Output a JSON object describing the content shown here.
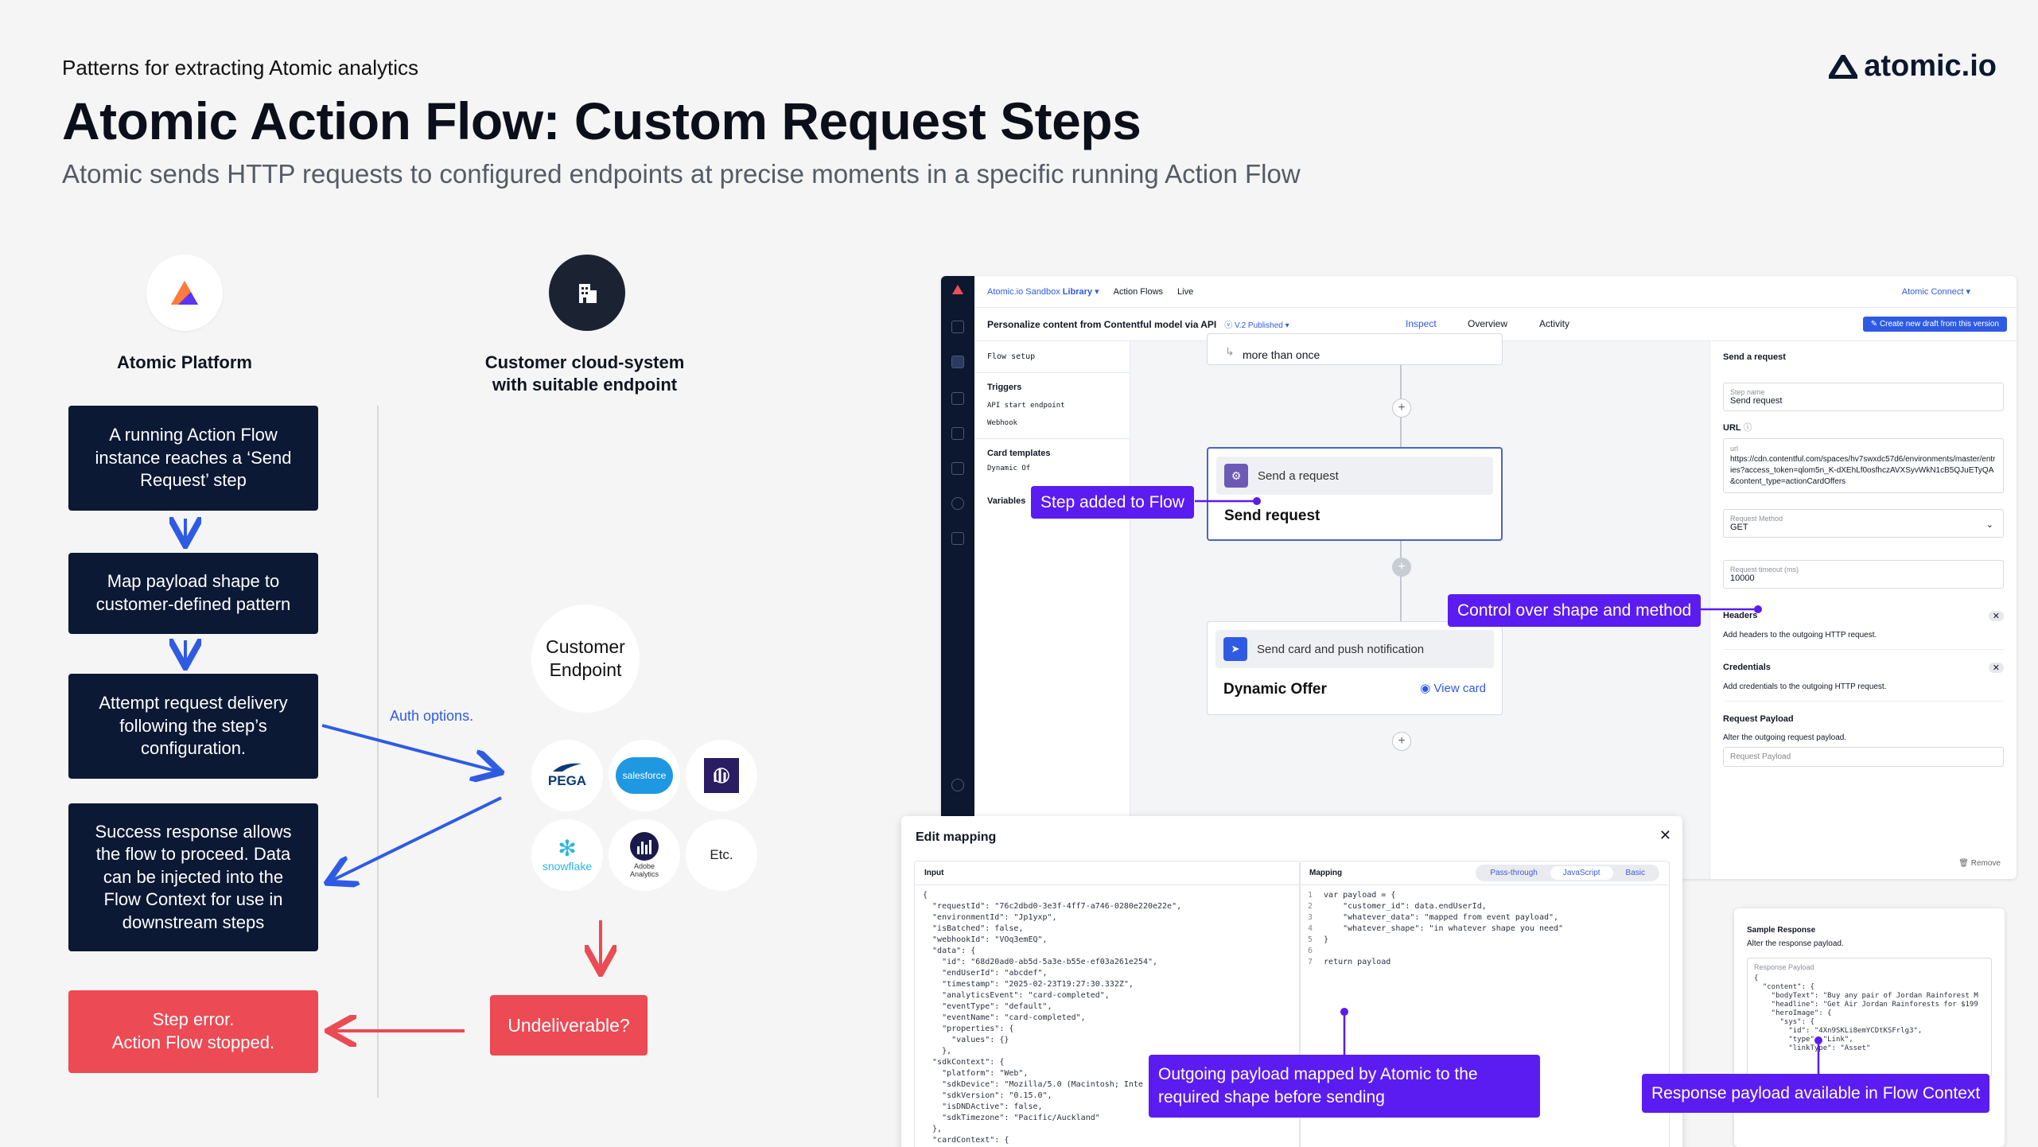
{
  "header": {
    "kicker": "Patterns for extracting Atomic analytics",
    "title": "Atomic Action Flow: Custom Request Steps",
    "subtitle": "Atomic sends HTTP requests to configured endpoints at precise moments in a specific running Action Flow",
    "brand": "atomic.io"
  },
  "columns": {
    "atomic": "Atomic Platform",
    "customer_line1": "Customer cloud-system",
    "customer_line2": "with suitable endpoint"
  },
  "steps": {
    "s1": "A running Action Flow instance reaches a ‘Send Request’ step",
    "s2": "Map payload shape to customer-defined pattern",
    "s3": "Attempt request delivery following the step’s configuration.",
    "s4": "Success response allows the flow to proceed. Data can be injected into the Flow Context for use in downstream steps",
    "err_line1": "Step error.",
    "err_line2": "Action Flow stopped."
  },
  "auth_options": "Auth options.",
  "endpoint": {
    "line1": "Customer",
    "line2": "Endpoint"
  },
  "partners": {
    "pega": "PEGA",
    "salesforce": "salesforce",
    "snowflake": "snowflake",
    "adobe_line1": "Adobe",
    "adobe_line2": "Analytics",
    "etc": "Etc."
  },
  "undeliverable": "Undeliverable?",
  "app": {
    "breadcrumb_org": "Atomic.io Sandbox",
    "breadcrumb_library": "Library",
    "breadcrumb_flows": "Action Flows",
    "breadcrumb_live": "Live",
    "connect": "Atomic Connect",
    "flow_name": "Personalize content from Contentful model via API",
    "version": "V.2 Published",
    "tabs": [
      "Inspect",
      "Overview",
      "Activity"
    ],
    "create_draft": "Create new draft from this version",
    "left": {
      "flow_setup": "Flow setup",
      "triggers": "Triggers",
      "api_start": "API start endpoint",
      "webhook": "Webhook",
      "card_templates": "Card templates",
      "dynamic": "Dynamic Of",
      "variables": "Variables"
    },
    "canvas": {
      "top_node": "more than once",
      "send_head": "Send a request",
      "send_title": "Send request",
      "card_head": "Send card and push notification",
      "card_title": "Dynamic Offer",
      "view_card": "View card"
    },
    "right": {
      "title": "Send a request",
      "step_name_label": "Step name",
      "step_name": "Send request",
      "url_label": "URL",
      "url_field_label": "url",
      "url": "https://cdn.contentful.com/spaces/hv7swxdc57d6/environments/master/entries?access_token=qlom5n_K-dXEhLf0osfhczAVXSyvWkN1cB5QJuETyQA&content_type=actionCardOffers",
      "method_label": "Request Method",
      "method": "GET",
      "timeout_label": "Request timeout (ms)",
      "timeout": "10000",
      "headers": "Headers",
      "headers_desc": "Add headers to the outgoing HTTP request.",
      "credentials": "Credentials",
      "credentials_desc": "Add credentials to the outgoing HTTP request.",
      "payload": "Request Payload",
      "payload_desc": "Alter the outgoing request payload.",
      "payload_field": "Request Payload",
      "remove": "Remove"
    }
  },
  "callouts": {
    "step_added": "Step added to Flow",
    "control": "Control over shape and method",
    "outgoing_line1": "Outgoing payload mapped by Atomic to the",
    "outgoing_line2": "required shape before sending",
    "response": "Response payload available in Flow Context"
  },
  "mapping": {
    "title": "Edit mapping",
    "input": "Input",
    "mapping": "Mapping",
    "modes": [
      "Pass-through",
      "JavaScript",
      "Basic"
    ],
    "input_code": [
      "{",
      "  \"requestId\": \"76c2dbd0-3e3f-4ff7-a746-0280e220e22e\",",
      "  \"environmentId\": \"Jp1yxp\",",
      "  \"isBatched\": false,",
      "  \"webhookId\": \"VOq3emEQ\",",
      "  \"data\": {",
      "    \"id\": \"68d20ad0-ab5d-5a3e-b55e-ef03a261e254\",",
      "    \"endUserId\": \"abcdef\",",
      "    \"timestamp\": \"2025-02-23T19:27:30.332Z\",",
      "    \"analyticsEvent\": \"card-completed\",",
      "    \"eventType\": \"default\",",
      "    \"eventName\": \"card-completed\",",
      "    \"properties\": {",
      "      \"values\": {}",
      "    },",
      "  \"sdkContext\": {",
      "    \"platform\": \"Web\",",
      "    \"sdkDevice\": \"Mozilla/5.0 (Macintosh; Inte",
      "    \"sdkVersion\": \"0.15.0\",",
      "    \"isDNDActive\": false,",
      "    \"sdkTimezone\": \"Pacific/Auckland\"",
      "  },",
      "  \"cardContext\": {"
    ],
    "mapping_code": [
      "var payload = {",
      "    \"customer_id\": data.endUserId,",
      "    \"whatever_data\": \"mapped from event payload\",",
      "    \"whatever_shape\": \"in whatever shape you need\"",
      "}",
      "",
      "return payload"
    ],
    "line_numbers": [
      "1",
      "2",
      "3",
      "4",
      "5",
      "6",
      "7"
    ]
  },
  "sample": {
    "title": "Sample Response",
    "desc": "Alter the response payload.",
    "field_label": "Response Payload",
    "code": [
      "{",
      "  \"content\": {",
      "    \"bodyText\": \"Buy any pair of Jordan Rainforest M",
      "    \"headline\": \"Get Air Jordan Rainforests for $199",
      "    \"heroImage\": {",
      "      \"sys\": {",
      "        \"id\": \"4Xn9SKLi8emYCDtKSFrlg3\",",
      "        \"type\": \"Link\",",
      "        \"linkType\": \"Asset\""
    ]
  }
}
